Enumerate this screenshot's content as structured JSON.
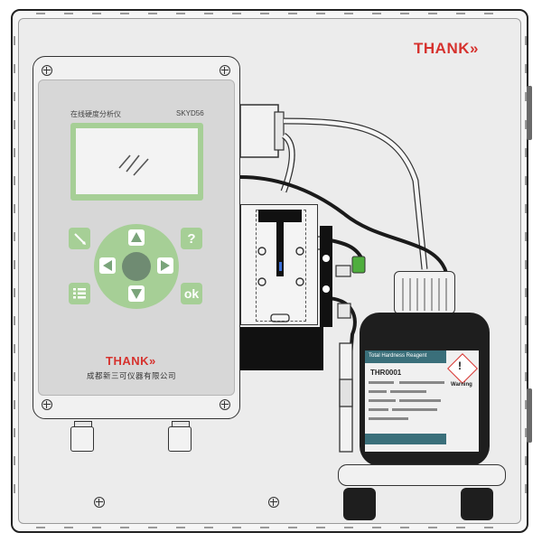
{
  "brand": {
    "name": "THANK",
    "chevrons": "»",
    "color": "#d6322e"
  },
  "controller": {
    "model_cn": "在线硬度分析仪",
    "model_code": "SKYD56",
    "company": "成都新三可仪器有限公司",
    "keys": {
      "help": "?",
      "ok": "ok"
    },
    "accent_color": "#a6cf96"
  },
  "reagent": {
    "label_title": "Total Hardness Reagent",
    "label_code": "THR0001",
    "warning": "Warning"
  }
}
